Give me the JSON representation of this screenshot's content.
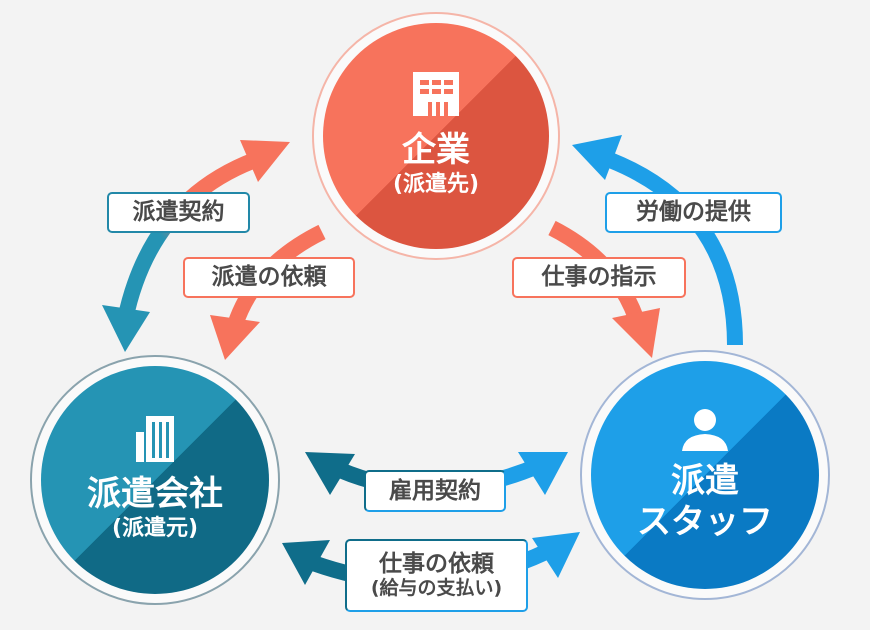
{
  "nodes": {
    "client": {
      "title": "企業",
      "sub": "(派遣先)",
      "icon": "building-icon"
    },
    "agency": {
      "title": "派遣会社",
      "sub": "(派遣元)",
      "icon": "office-building-icon"
    },
    "staff": {
      "title_line1": "派遣",
      "title_line2": "スタッフ",
      "icon": "person-icon"
    }
  },
  "labels": {
    "dispatch_contract": "派遣契約",
    "dispatch_request": "派遣の依頼",
    "work_instruction": "仕事の指示",
    "labor_provision": "労働の提供",
    "employment_contract": "雇用契約",
    "work_request": "仕事の依頼",
    "salary_payment": "(給与の支払い)"
  },
  "colors": {
    "orange": "#f7735c",
    "orange_dark": "#dc5540",
    "teal": "#2594b4",
    "teal_dark": "#106a86",
    "blue": "#1e9fe8",
    "blue_dark": "#0a7ac4",
    "text": "#4a4a4a"
  }
}
